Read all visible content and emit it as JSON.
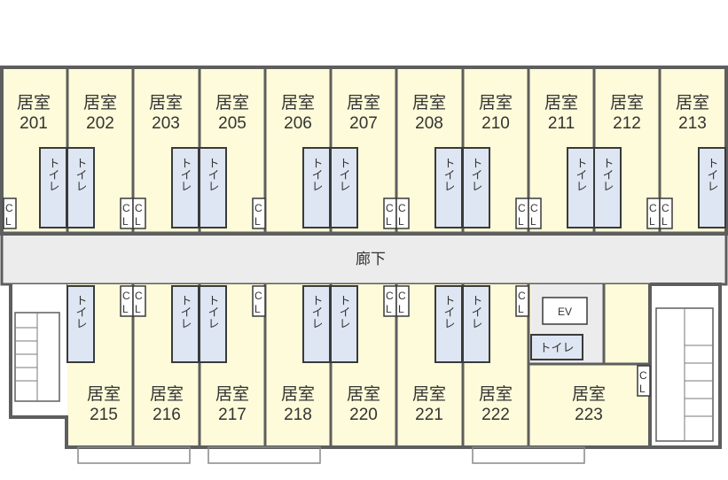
{
  "colors": {
    "room_fill": "#fdfbd9",
    "corridor_fill": "#ececec",
    "wall": "#5e5e5e",
    "toilet_fill": "#dde6f2",
    "toilet_frame": "#3a3a3a",
    "text": "#333333"
  },
  "labels": {
    "room": "居室",
    "toilet": "トイレ",
    "closet": "CL",
    "closet_c": "C",
    "closet_l": "L",
    "corridor": "廊下",
    "elevator": "EV"
  },
  "rooms_north": [
    "201",
    "202",
    "203",
    "205",
    "206",
    "207",
    "208",
    "210",
    "211",
    "212",
    "213"
  ],
  "rooms_south": [
    "215",
    "216",
    "217",
    "218",
    "220",
    "221",
    "222",
    "223"
  ]
}
